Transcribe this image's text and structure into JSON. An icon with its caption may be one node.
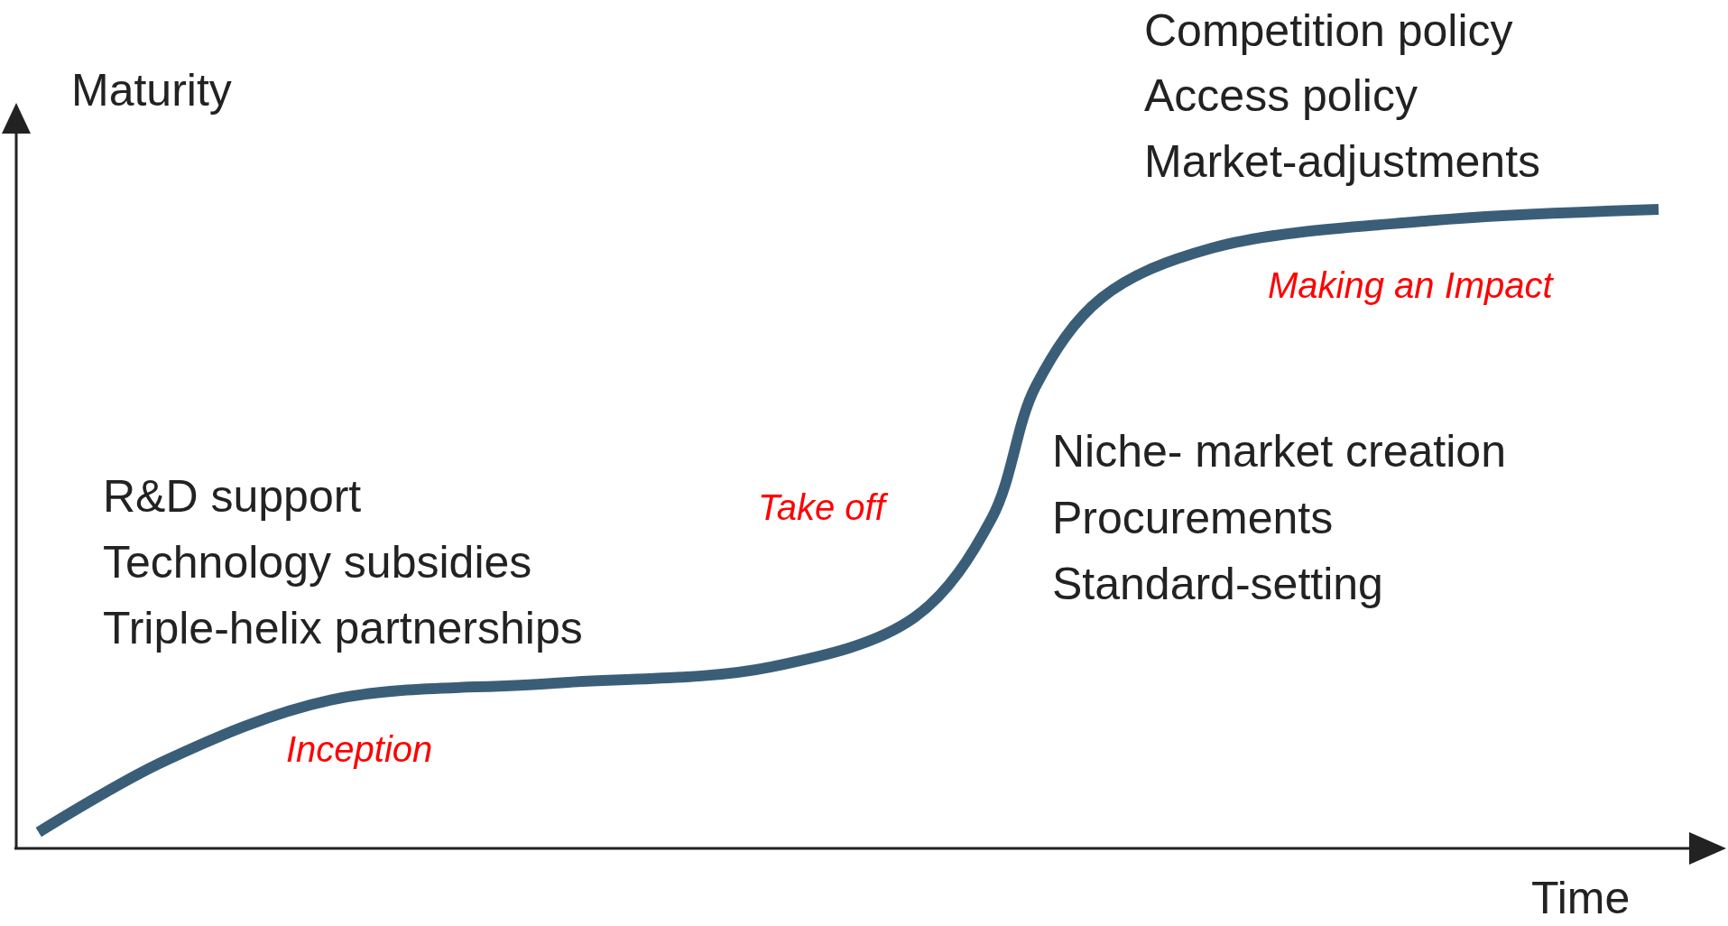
{
  "diagram": {
    "labels": [
      "Maturity",
      "Competition policy",
      "Access policy",
      "Market-adjustments",
      "Making an Impact",
      "R&D support",
      "Technology subsidies",
      "Triple-helix partnerships",
      "Take off",
      "Niche- market creation",
      "Procurements",
      "Standard-setting",
      "Inception",
      "Time"
    ]
  }
}
